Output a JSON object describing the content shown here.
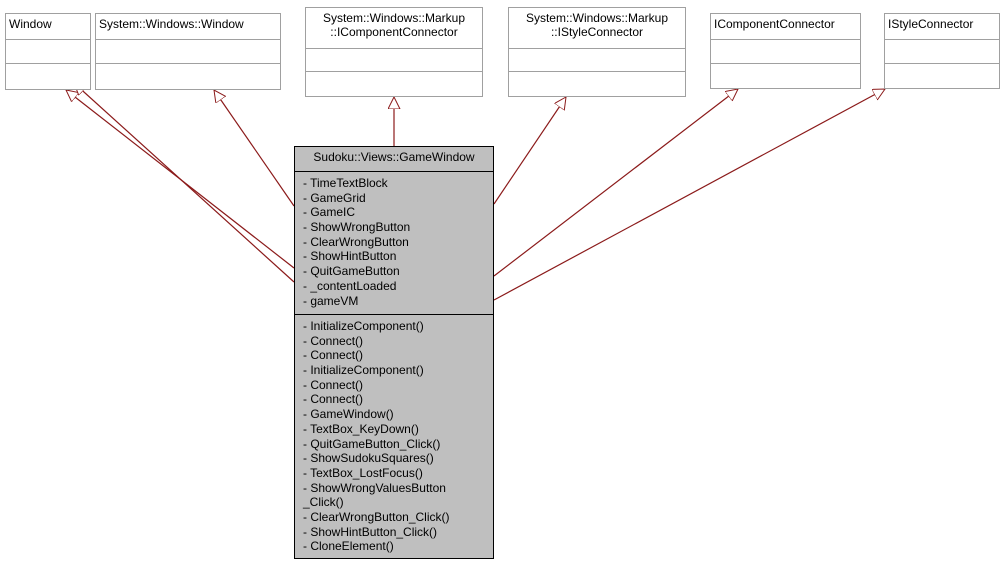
{
  "diagram": {
    "bases": [
      {
        "id": "window",
        "title_lines": [
          "Window"
        ]
      },
      {
        "id": "system-windows-window",
        "title_lines": [
          "System::Windows::Window"
        ]
      },
      {
        "id": "icomponentconnector-markup",
        "title_lines": [
          "System::Windows::Markup",
          "::IComponentConnector"
        ]
      },
      {
        "id": "istyleconnector-markup",
        "title_lines": [
          "System::Windows::Markup",
          "::IStyleConnector"
        ]
      },
      {
        "id": "icomponentconnector",
        "title_lines": [
          "IComponentConnector"
        ]
      },
      {
        "id": "istyleconnector",
        "title_lines": [
          "IStyleConnector"
        ]
      }
    ],
    "main_class": {
      "title": "Sudoku::Views::GameWindow",
      "attributes": [
        "- TimeTextBlock",
        "- GameGrid",
        "- GameIC",
        "- ShowWrongButton",
        "- ClearWrongButton",
        "- ShowHintButton",
        "- QuitGameButton",
        "- _contentLoaded",
        "- gameVM"
      ],
      "operations": [
        "- InitializeComponent()",
        "- Connect()",
        "- Connect()",
        "- InitializeComponent()",
        "- Connect()",
        "- Connect()",
        "- GameWindow()",
        "- TextBox_KeyDown()",
        "- QuitGameButton_Click()",
        "- ShowSudokuSquares()",
        "- TextBox_LostFocus()",
        "- ShowWrongValuesButton",
        "_Click()",
        "- ClearWrongButton_Click()",
        "- ShowHintButton_Click()",
        "- CloneElement()"
      ]
    },
    "colors": {
      "arrow": "#8b1a1a",
      "main_fill": "#bfbfbf",
      "box_border": "#a0a0a0"
    }
  }
}
